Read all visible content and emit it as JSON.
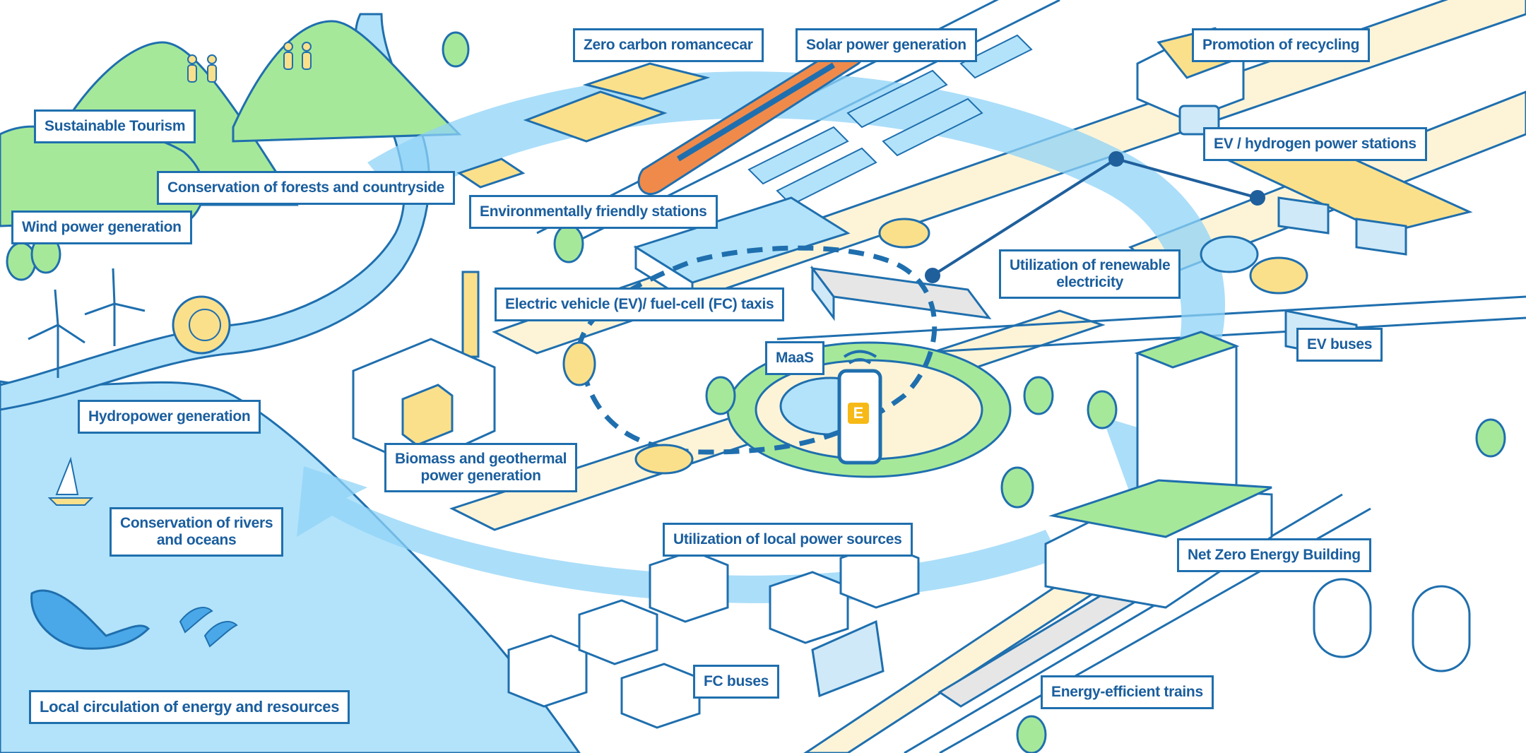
{
  "title": "Local circulation of energy and resources",
  "colors": {
    "outline": "#1f6fae",
    "text": "#1a5e9e",
    "flow_arrow": "#8fd3f7",
    "sea": "#b3e3fa",
    "hills": "#a6e89a",
    "road": "#fdf4d8",
    "accent_yellow": "#fbe08c",
    "train_orange": "#f08a4b",
    "app_icon": "#f6b916"
  },
  "labels": {
    "sustainable_tourism": "Sustainable Tourism",
    "zero_carbon_romancecar": "Zero carbon romancecar",
    "solar_power_generation": "Solar power generation",
    "promotion_of_recycling": "Promotion of recycling",
    "ev_hydrogen_power_stations": "EV / hydrogen power stations",
    "conservation_forests": "Conservation of forests and countryside",
    "environmentally_friendly_stations": "Environmentally friendly stations",
    "wind_power_generation": "Wind power generation",
    "utilization_renewable_electricity": "Utilization of renewable\nelectricity",
    "ev_fc_taxis": "Electric vehicle (EV)/ fuel-cell (FC) taxis",
    "maas": "MaaS",
    "ev_buses": "EV buses",
    "hydropower_generation": "Hydropower generation",
    "biomass_geothermal": "Biomass and geothermal\npower generation",
    "conservation_rivers_oceans": "Conservation of rivers\nand oceans",
    "utilization_local_power": "Utilization of local power sources",
    "net_zero_energy_building": "Net Zero Energy Building",
    "fc_buses": "FC buses",
    "energy_efficient_trains": "Energy-efficient trains",
    "local_circulation": "Local circulation of energy and resources"
  },
  "app": {
    "icon_letter": "E"
  }
}
